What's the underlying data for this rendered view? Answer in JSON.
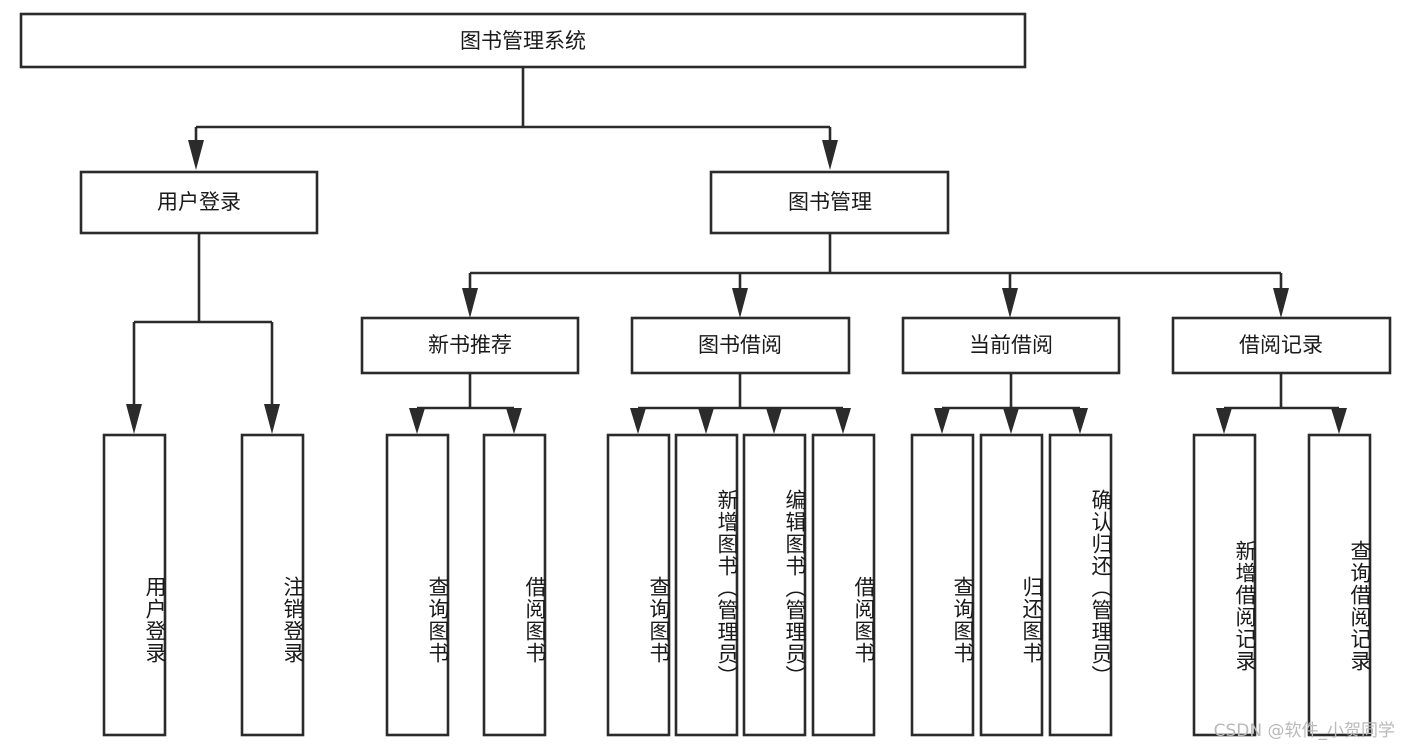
{
  "diagram": {
    "title": "图书管理系统",
    "type": "function-hierarchy-tree",
    "watermark": "CSDN @软件_小贺同学",
    "colors": {
      "box_stroke": "#2b2b2b",
      "box_fill": "#ffffff",
      "text": "#1a1a1a",
      "connector": "#2b2b2b",
      "watermark": "#b9b9b9",
      "background": "#ffffff"
    },
    "levels": {
      "root": {
        "label": "图书管理系统"
      },
      "level2": [
        {
          "label": "用户登录"
        },
        {
          "label": "图书管理"
        }
      ],
      "level3": [
        {
          "label": "新书推荐"
        },
        {
          "label": "图书借阅"
        },
        {
          "label": "当前借阅"
        },
        {
          "label": "借阅记录"
        }
      ],
      "leaves": {
        "user_login": [
          {
            "label": "用户登录"
          },
          {
            "label": "注销登录"
          }
        ],
        "new_book_recommend": [
          {
            "label": "查询图书"
          },
          {
            "label": "借阅图书"
          }
        ],
        "book_borrow": [
          {
            "label": "查询图书"
          },
          {
            "label": "新增图书（管理员）"
          },
          {
            "label": "编辑图书（管理员）"
          },
          {
            "label": "借阅图书"
          }
        ],
        "current_borrow": [
          {
            "label": "查询图书"
          },
          {
            "label": "归还图书"
          },
          {
            "label": "确认归还（管理员）"
          }
        ],
        "borrow_record": [
          {
            "label": "新增借阅记录"
          },
          {
            "label": "查询借阅记录"
          }
        ]
      }
    }
  }
}
